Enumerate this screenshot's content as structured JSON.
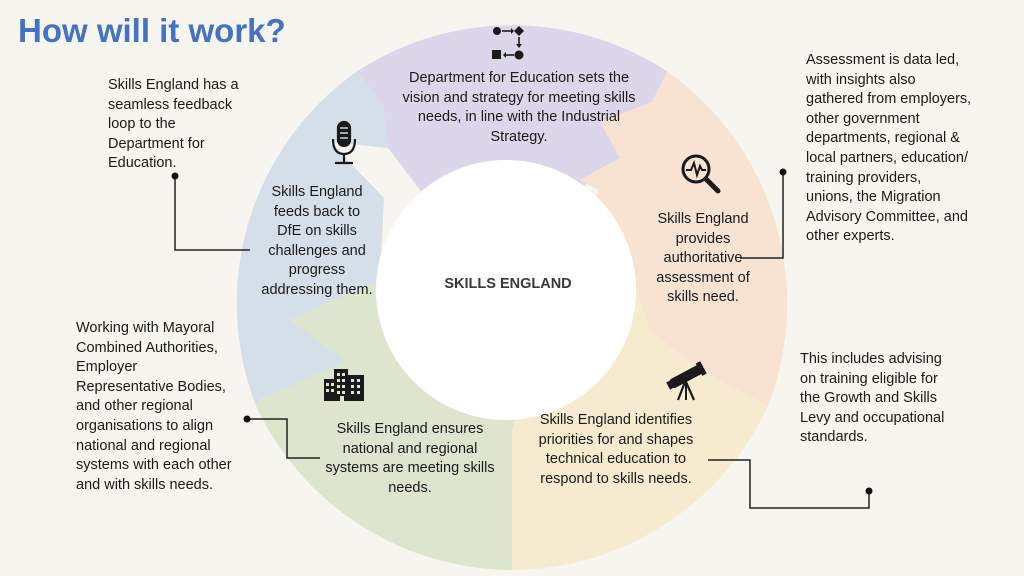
{
  "title": "How will it work?",
  "hub_label": "SKILLS ENGLAND",
  "segments": {
    "dfe": "Department for Education sets the vision and strategy for meeting skills needs, in line with the Industrial Strategy.",
    "assessment": "Skills England provides authoritative assessment of skills need.",
    "priorities": "Skills England identifies priorities for and shapes technical education to respond to skills needs.",
    "regional": "Skills England ensures national and regional systems are meeting skills needs.",
    "feedback": "Skills England feeds back to DfE on skills challenges and progress addressing them."
  },
  "callouts": {
    "feedback_loop": "Skills England has a seamless feedback loop to the Department for Education.",
    "data_led": "Assessment is data led, with insights also gathered from employers, other government departments, regional & local partners, education/ training providers, unions, the Migration Advisory Committee, and other experts.",
    "mayoral": "Working with Mayoral Combined Authorities, Employer Representative Bodies, and other regional organisations to align national and regional systems with each other and with skills needs.",
    "levy": "This includes advising on training eligible for the Growth and Skills Levy and occupational standards."
  },
  "icons": {
    "dfe": "process-flow-icon",
    "assessment": "magnifier-chart-icon",
    "priorities": "telescope-icon",
    "regional": "city-buildings-icon",
    "feedback": "microphone-icon"
  },
  "colors": {
    "title": "#4472c4",
    "segment_dfe": "#dcd6ea",
    "segment_assessment": "#f8e3d2",
    "segment_priorities": "#f6ebcf",
    "segment_regional": "#dde5cf",
    "segment_feedback": "#d5dfe9",
    "background": "#f7f5ef"
  }
}
